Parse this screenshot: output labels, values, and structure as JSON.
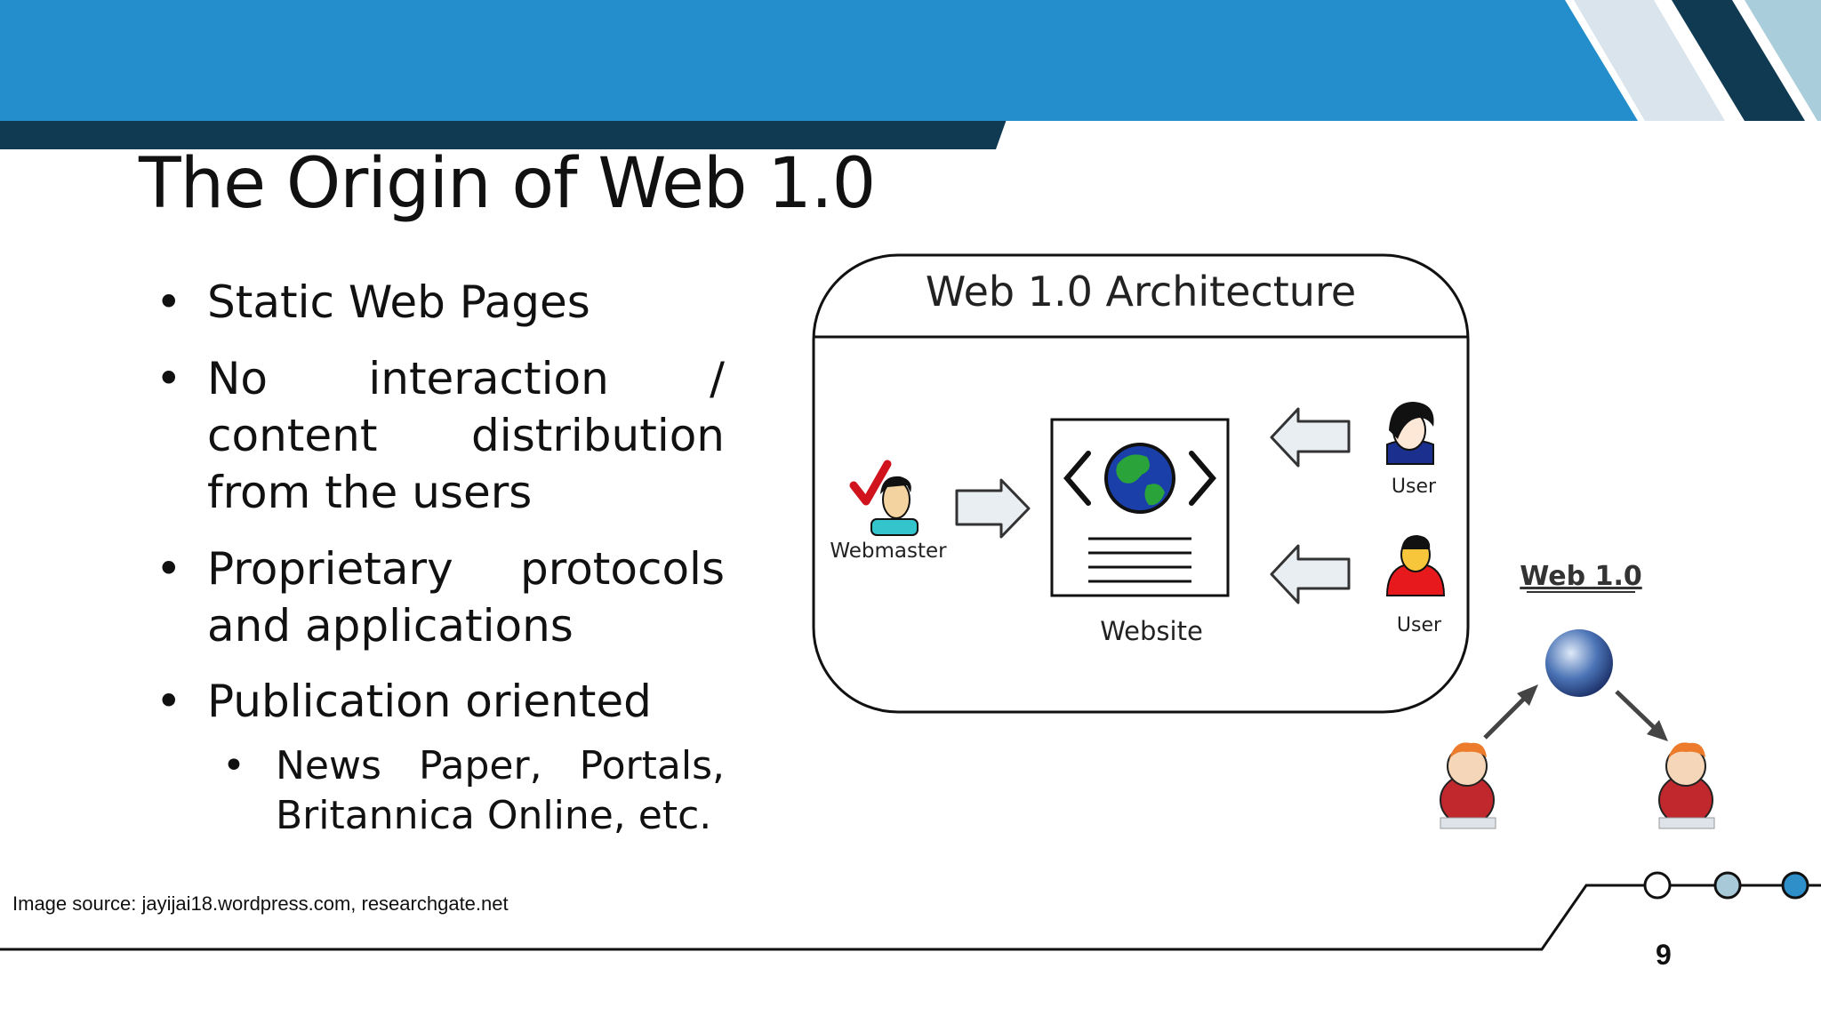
{
  "slide": {
    "title": "The Origin of Web 1.0",
    "bullets": [
      "Static Web Pages",
      "No interaction / content distribution from the users",
      "Proprietary protocols and applications",
      "Publication oriented"
    ],
    "sub_bullets": [
      "News Paper, Portals, Britannica Online, etc."
    ],
    "bullet_glyph": "•"
  },
  "diagram": {
    "title": "Web 1.0 Architecture",
    "webmaster_label": "Webmaster",
    "website_label": "Website",
    "user_label_1": "User",
    "user_label_2": "User"
  },
  "web1_diagram": {
    "label": "Web 1.0"
  },
  "footer": {
    "image_source": "Image source: jayijai18.wordpress.com, researchgate.net",
    "page_number": "9"
  },
  "colors": {
    "header_blue": "#238ECB",
    "header_dark": "#0F3A52",
    "stripe_light": "#D9E4EC",
    "stripe_mid": "#A9CDDB",
    "footer_dot_light": "#A7C9D8",
    "footer_dot_blue": "#2E8FC9"
  }
}
